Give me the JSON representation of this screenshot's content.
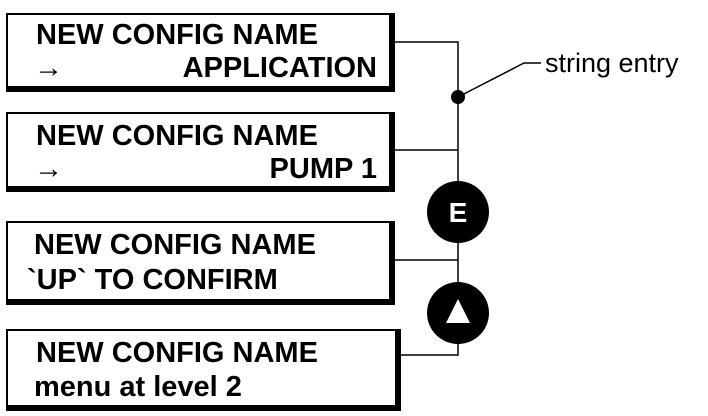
{
  "screens": [
    {
      "line1": "NEW CONFIG NAME",
      "arrow": "→",
      "line2": "APPLICATION"
    },
    {
      "line1": "NEW CONFIG NAME",
      "arrow": "→",
      "line2": "PUMP 1"
    },
    {
      "line1": "NEW CONFIG NAME",
      "arrow": "",
      "line2": "`UP` TO CONFIRM"
    },
    {
      "line1": "NEW CONFIG NAME",
      "arrow": "",
      "line2": "menu at level 2"
    }
  ],
  "callout": {
    "label": "string entry"
  },
  "keys": {
    "enter": {
      "label": "E",
      "icon": "enter-key-icon"
    },
    "up": {
      "icon": "up-arrow-key-icon"
    }
  },
  "colors": {
    "ink": "#000000",
    "paper": "#ffffff"
  }
}
